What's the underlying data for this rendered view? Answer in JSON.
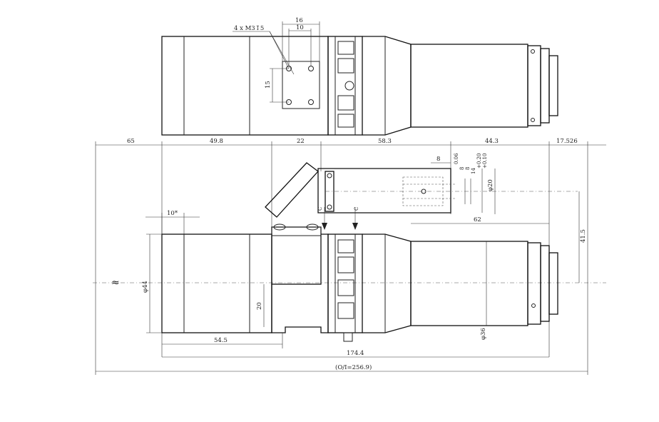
{
  "dimensions": {
    "top_16": "16",
    "top_10": "10",
    "thread_note": "4 x M3↧5",
    "square_15": "15",
    "d65": "65",
    "d49_8": "49.8",
    "d22": "22",
    "d58_3": "58.3",
    "d44_3": "44.3",
    "d17_526": "17.526",
    "d8": "8",
    "d0_06": "0.06",
    "d8b": "8",
    "d8c": "8",
    "d14": "14",
    "d20_top": "+0.20",
    "d0_10": "+0.10",
    "phi20": "φ20",
    "d10star": "10*",
    "d62": "62",
    "d41_5": "41.5",
    "phi44": "φ44",
    "d20_side": "20",
    "phi36": "φ36",
    "d54_5": "54.5",
    "d174_4": "174.4",
    "total": "(O/I=256.9)",
    "mark_c1": "C",
    "mark_c2": "C",
    "tilde": "≈"
  }
}
